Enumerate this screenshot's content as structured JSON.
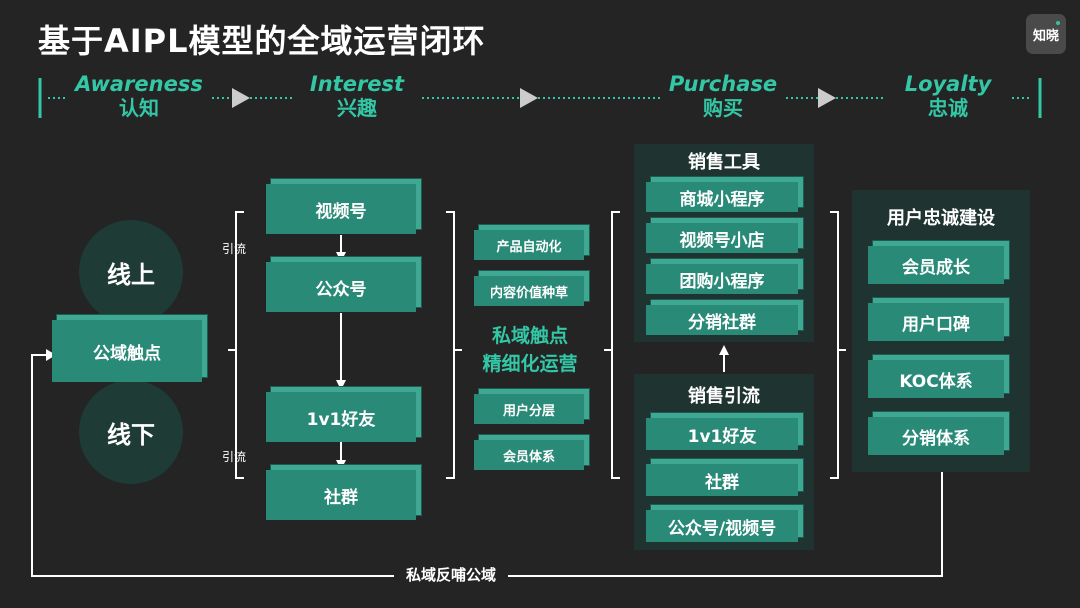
{
  "title": "基于AIPL模型的全域运营闭环",
  "logo_text": "知晓",
  "stages": [
    {
      "en": "Awareness",
      "zh": "认知"
    },
    {
      "en": "Interest",
      "zh": "兴趣"
    },
    {
      "en": "Purchase",
      "zh": "购买"
    },
    {
      "en": "Loyalty",
      "zh": "忠诚"
    }
  ],
  "online_label": "线上",
  "offline_label": "线下",
  "public_touchpoint": "公域触点",
  "traffic_label_top": "引流",
  "traffic_label_bottom": "引流",
  "channels": [
    "视频号",
    "公众号",
    "1v1好友",
    "社群"
  ],
  "ops_top": [
    "产品自动化",
    "内容价值种草"
  ],
  "ops_center": [
    "私域触点",
    "精细化运营"
  ],
  "ops_bottom": [
    "用户分层",
    "会员体系"
  ],
  "sales_tools": {
    "title": "销售工具",
    "items": [
      "商城小程序",
      "视频号小店",
      "团购小程序",
      "分销社群"
    ]
  },
  "sales_traffic": {
    "title": "销售引流",
    "items": [
      "1v1好友",
      "社群",
      "公众号/视频号"
    ]
  },
  "loyalty": {
    "title": "用户忠诚建设",
    "items": [
      "会员成长",
      "用户口碑",
      "KOC体系",
      "分销体系"
    ]
  },
  "feedback_label": "私域反哺公域",
  "colors": {
    "background": "#242424",
    "accent": "#33c7a6",
    "box": "#2a8a78",
    "panel": "#1f3430"
  }
}
